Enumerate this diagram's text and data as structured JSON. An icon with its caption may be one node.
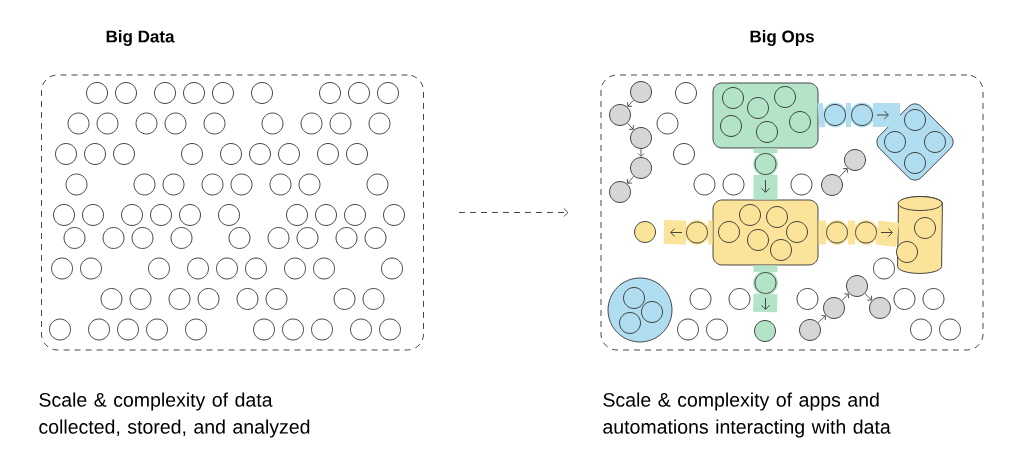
{
  "diagram": {
    "nodes": [
      {
        "text": [
          "Big Data"
        ],
        "beside": [
          "Scale & complexity of data collected, stored, and analyzed"
        ]
      },
      {
        "text": [
          "Big Ops"
        ],
        "beside": [
          "Scale & complexity of apps and automations interacting with data"
        ]
      },
      {
        "text": [],
        "shape": "box",
        "in": 1
      },
      {
        "text": [],
        "shape": "diamond",
        "in": 1
      },
      {
        "text": [],
        "shape": "box",
        "in": 1
      },
      {
        "text": [],
        "shape": "cylinder",
        "in": 1
      },
      {
        "text": [],
        "shape": "circle",
        "in": 1
      },
      {
        "text": [],
        "shape": "circle",
        "in": 1
      },
      {
        "text": [],
        "shape": "circle",
        "in": 1
      },
      {
        "text": [],
        "shape": "circle",
        "in": 1
      },
      {
        "text": [],
        "shape": "circle",
        "in": 1
      },
      {
        "text": [],
        "shape": "circle",
        "in": 1
      },
      {
        "text": [],
        "shape": "circle",
        "in": 1
      },
      {
        "text": [],
        "shape": "circle",
        "in": 1
      },
      {
        "text": [],
        "shape": "circle",
        "in": 1
      },
      {
        "text": [],
        "shape": "circle",
        "in": 1
      }
    ],
    "edges": [
      {
        "from": 0,
        "to": 1,
        "arrow": "to",
        "style": "dashed",
        "color": "#333333"
      },
      {
        "from": 2,
        "to": 9,
        "arrow": "none",
        "color": "#b0def0"
      },
      {
        "from": 9,
        "to": 10,
        "arrow": "none",
        "color": "#b0def0"
      },
      {
        "from": 10,
        "to": 3,
        "arrow": "to",
        "color": "#b0def0"
      },
      {
        "from": 2,
        "to": 11,
        "arrow": "none",
        "color": "#b4e4c8"
      },
      {
        "from": 11,
        "to": 4,
        "arrow": "to",
        "color": "#b4e4c8"
      },
      {
        "from": 4,
        "to": 12,
        "arrow": "none",
        "color": "#fbe49a"
      },
      {
        "from": 12,
        "to": 13,
        "arrow": "none",
        "color": "#fbe49a"
      },
      {
        "from": 13,
        "to": 5,
        "arrow": "to",
        "color": "#fbe49a"
      },
      {
        "from": 4,
        "to": 14,
        "arrow": "none",
        "color": "#fbe49a"
      },
      {
        "from": 14,
        "to": 7,
        "arrow": "to",
        "color": "#fbe49a"
      },
      {
        "from": 4,
        "to": 15,
        "arrow": "none",
        "color": "#b4e4c8"
      },
      {
        "from": 15,
        "to": 8,
        "arrow": "to",
        "color": "#b4e4c8"
      }
    ]
  }
}
